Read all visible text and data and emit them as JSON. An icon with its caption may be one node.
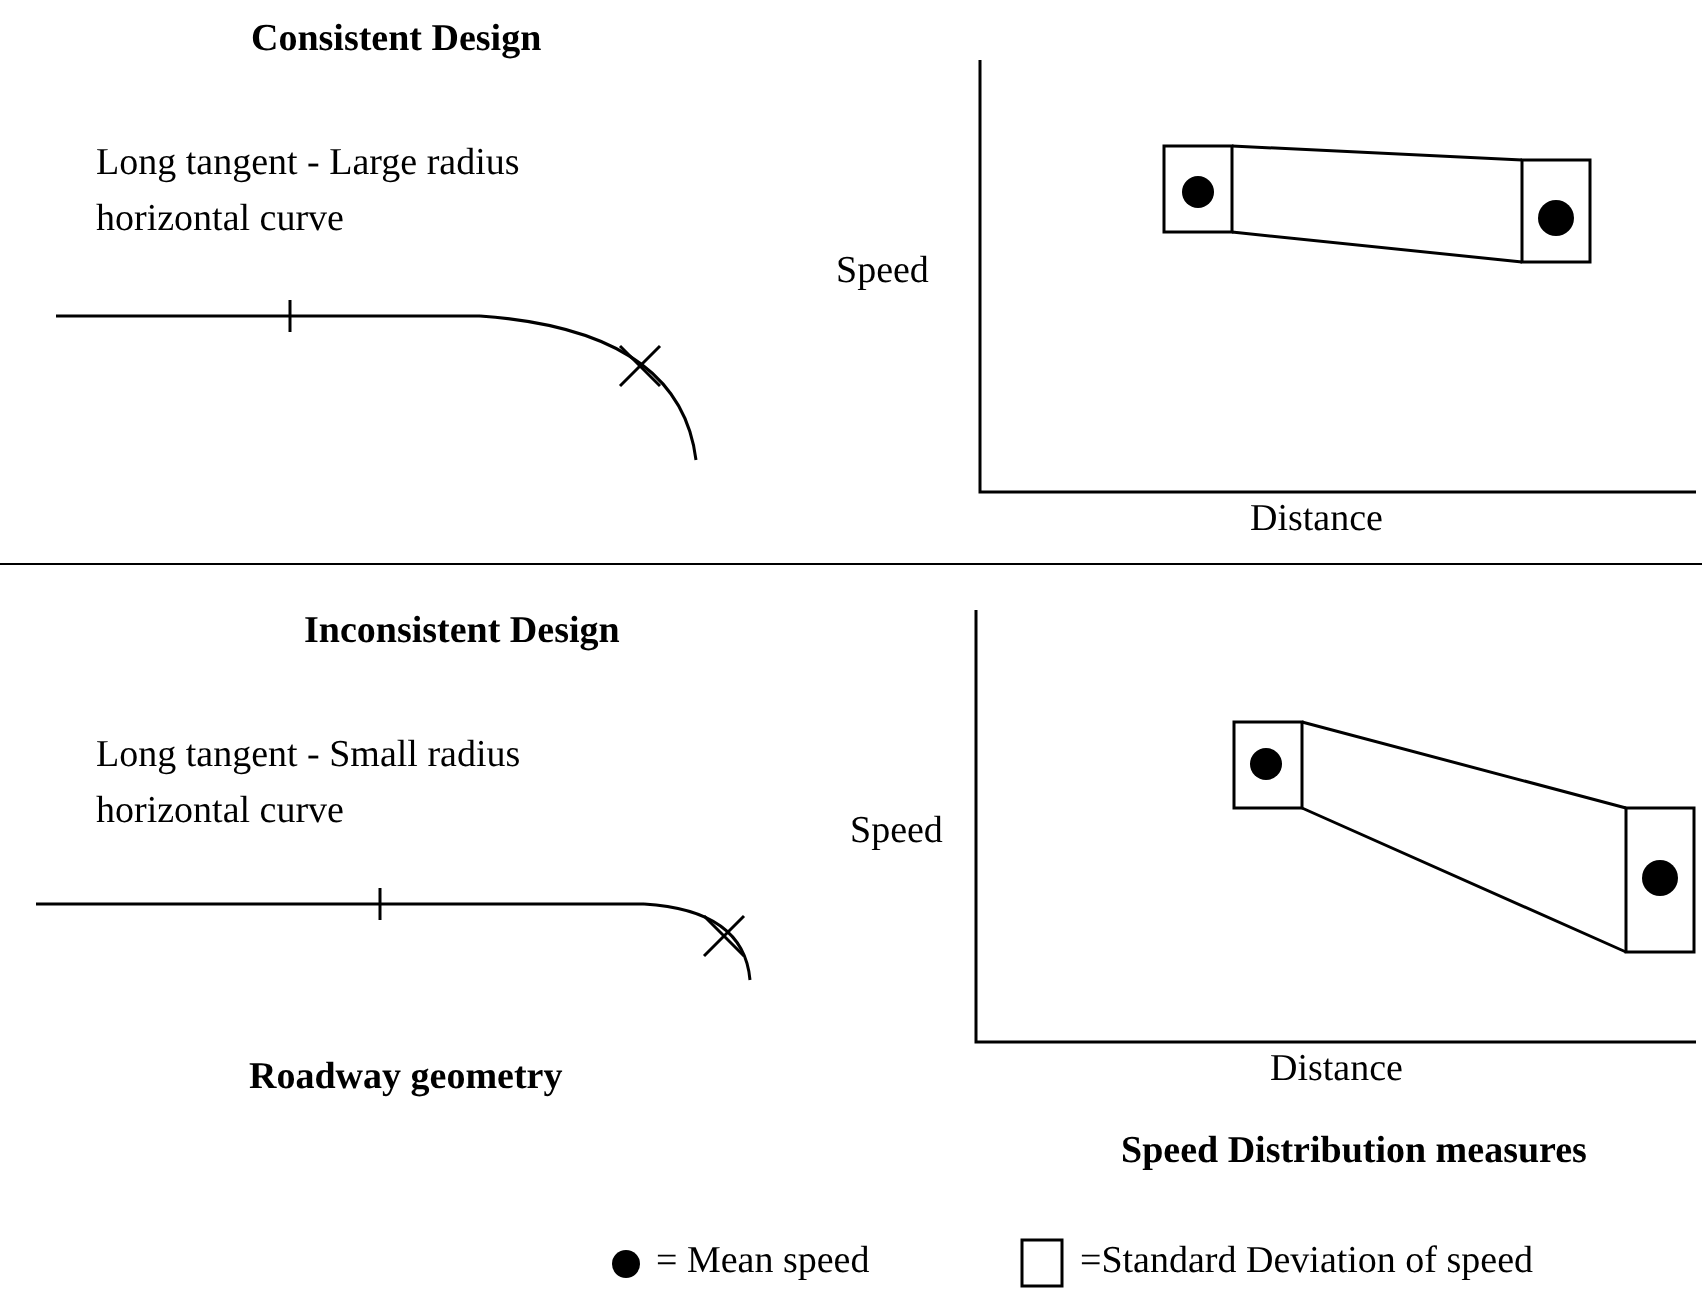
{
  "diagram": {
    "labels": [
      "Consistent Design",
      "Long tangent - Large radius horizontal curve",
      "Speed",
      "Distance",
      "Inconsistent Design",
      "Long tangent - Small radius horizontal curve",
      "Speed",
      "Distance",
      "Roadway geometry",
      "Speed Distribution measures"
    ],
    "legend": [
      {
        "text": "= Mean speed"
      },
      {
        "text": "=Standard Deviation of speed"
      }
    ]
  }
}
